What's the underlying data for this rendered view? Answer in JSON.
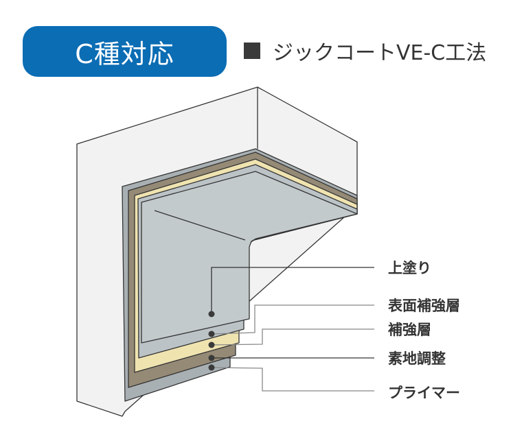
{
  "header": {
    "badge": "C種対応",
    "method": "ジックコートVE-C工法"
  },
  "layers": [
    {
      "label": "上塗り",
      "color": "#c3cacc"
    },
    {
      "label": "表面補強層",
      "color": "#bcc3c6"
    },
    {
      "label": "補強層",
      "color": "#efe3b0"
    },
    {
      "label": "素地調整",
      "color": "#958a76"
    },
    {
      "label": "プライマー",
      "color": "#a9b0b3"
    }
  ]
}
